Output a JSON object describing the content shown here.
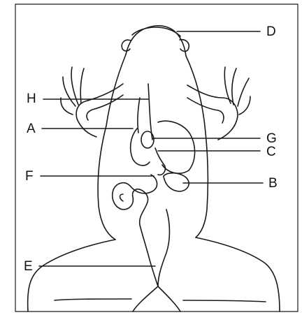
{
  "diagram": {
    "labels": {
      "A": "A",
      "B": "B",
      "C": "C",
      "D": "D",
      "E": "E",
      "F": "F",
      "G": "G",
      "H": "H"
    }
  },
  "colors": {
    "ink": "#1a1a1a",
    "paper": "#ffffff"
  }
}
